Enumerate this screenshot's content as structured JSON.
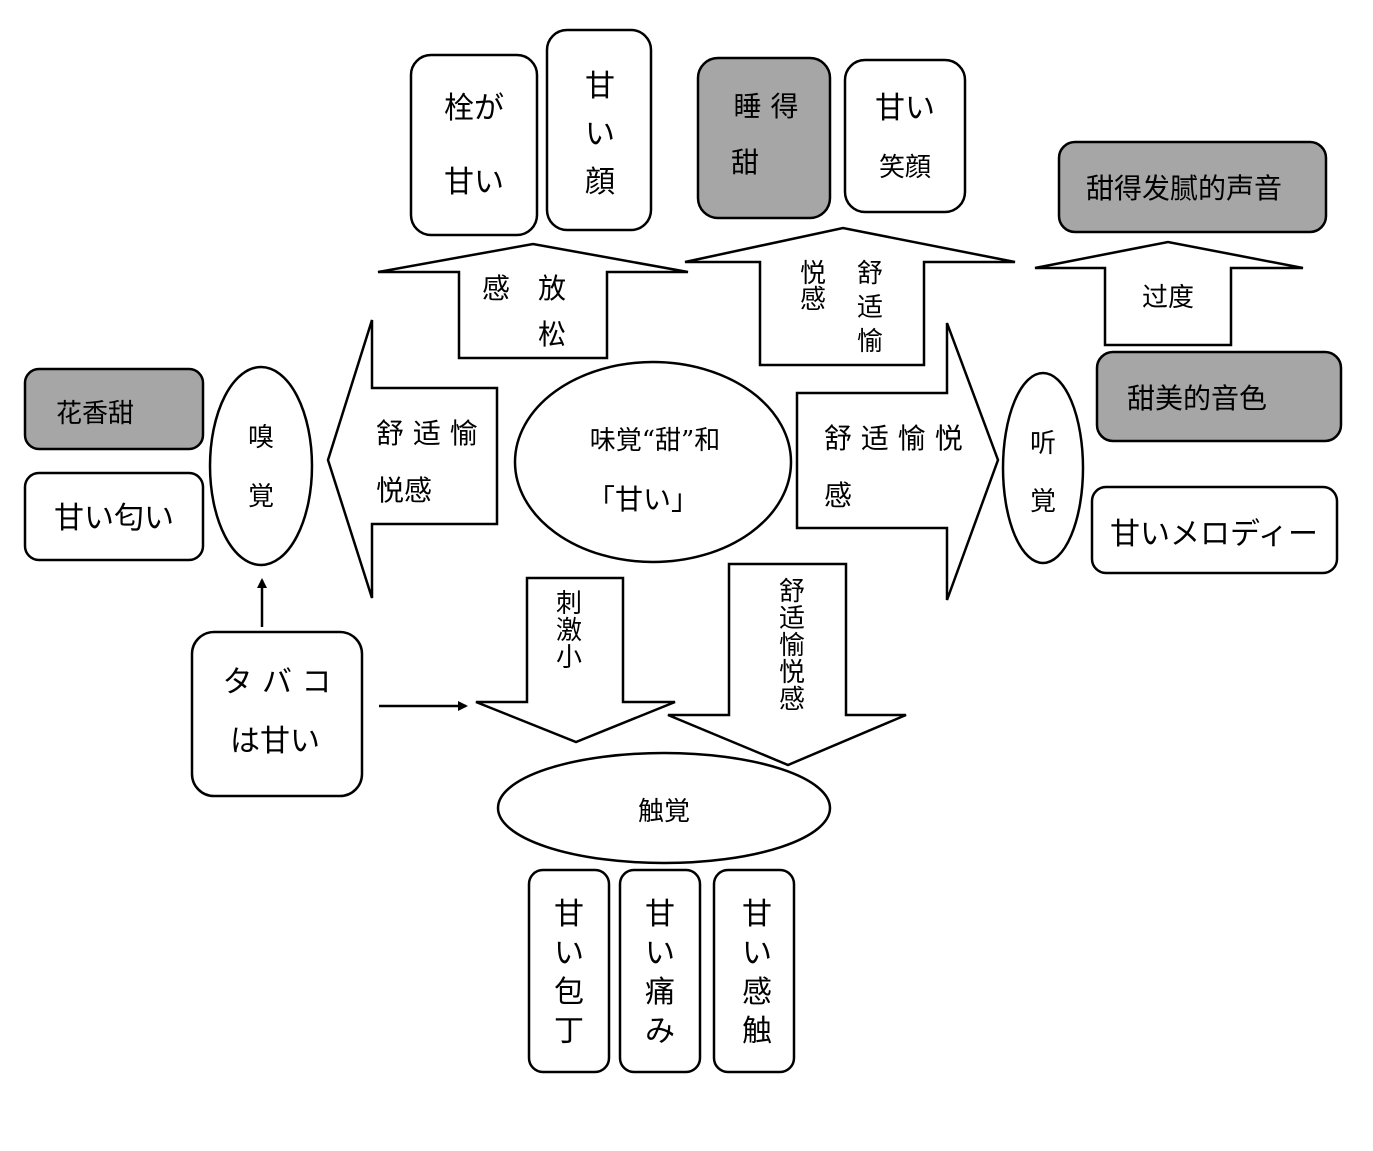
{
  "center": {
    "line1": "味覚“甜”和",
    "line2": "「甘い」"
  },
  "senses": {
    "smell": {
      "c1": "嗅",
      "c2": "覚"
    },
    "hearing": {
      "c1": "听",
      "c2": "覚"
    },
    "touch": "触覚"
  },
  "arrows": {
    "top_left": {
      "c1": "感",
      "c2": "放",
      "c3": "松"
    },
    "top_right": {
      "col1": [
        "悦",
        "感"
      ],
      "col2": [
        "舒",
        "适",
        "愉"
      ]
    },
    "left": {
      "line1": "舒 适 愉",
      "line2": "悦感"
    },
    "right": {
      "line1": "舒 适 愉 悦",
      "line2": "感"
    },
    "down_left": [
      "刺",
      "激",
      "小"
    ],
    "down_right": [
      "舒",
      "适",
      "愉",
      "悦",
      "感"
    ],
    "excess": "过度"
  },
  "boxes": {
    "sen_ga_amai": {
      "line1": "栓が",
      "line2": "甘い"
    },
    "amai_kao": [
      "甘",
      "い",
      "顔"
    ],
    "nemuri_tian": {
      "line1": "睡 得",
      "line2": "甜"
    },
    "amai_egao": {
      "line1": "甘い",
      "line2": "笑顔"
    },
    "tian_de_fani": "甜得发腻的声音",
    "tianmei_yinse": "甜美的音色",
    "amai_melody": "甘いメロディー",
    "huaxiang_tian": "花香甜",
    "amai_nioi": "甘い匂い",
    "tabako": {
      "line1": "タ バ コ",
      "line2": "は甘い"
    },
    "amai_houchou": [
      "甘",
      "い",
      "包",
      "丁"
    ],
    "amai_itami": [
      "甘",
      "い",
      "痛",
      "み"
    ],
    "amai_kanshoku": [
      "甘",
      "い",
      "感",
      "触"
    ]
  },
  "colors": {
    "gray_box": "#a6a6a6",
    "line": "#000000",
    "background": "#ffffff"
  }
}
